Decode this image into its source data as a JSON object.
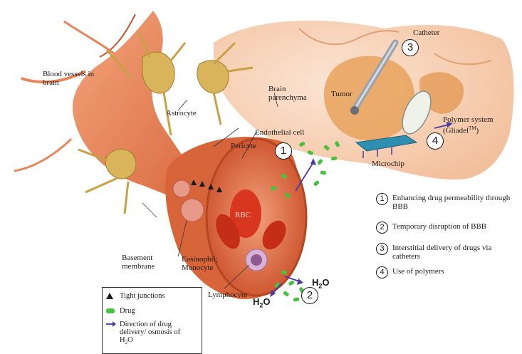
{
  "labels": {
    "blood_vessels": "Blood vessels in brain",
    "astrocyte": "Astrocyte",
    "brain_parenchyma": "Brain parenchyma",
    "tumor": "Tumor",
    "catheter": "Catheter",
    "polymer_system": "Polymer system (Gliadel",
    "polymer_tm": "TM",
    "polymer_close": ")",
    "endothelial_cell": "Endothelial cell",
    "pericyte": "Pericyte",
    "microchip": "Microchip",
    "rbc": "RBC",
    "basement_membrane": "Basement membrane",
    "eosinophil": "Eosinophil; Monocyte",
    "lymphocyte": "Lymphocyte",
    "h2o": "H",
    "h2o_sub": "2",
    "h2o_o": "O"
  },
  "markers": [
    "1",
    "2",
    "3",
    "4"
  ],
  "key": [
    {
      "num": "1",
      "text": "Enhancing drug permeability through BBB"
    },
    {
      "num": "2",
      "text": "Temporary disruption of BBB"
    },
    {
      "num": "3",
      "text": "Interstitial delivery of drugs via catheters"
    },
    {
      "num": "4",
      "text": "Use of polymers"
    }
  ],
  "legend": {
    "tight_junctions": "Tight junctions",
    "drug": "Drug",
    "direction": "Direction of drug delivery/ osmosis of H",
    "direction_sub": "2",
    "direction_end": "O"
  },
  "colors": {
    "vessel": "#e8855a",
    "vessel_dark": "#c9552f",
    "rbc": "#d8361e",
    "astrocyte": "#d9b45a",
    "parenchyma": "#f5c9a8",
    "tumor": "#e7a25c",
    "drug": "#46c23d",
    "arrow": "#4a3aa0",
    "microchip": "#2f8fb0"
  }
}
